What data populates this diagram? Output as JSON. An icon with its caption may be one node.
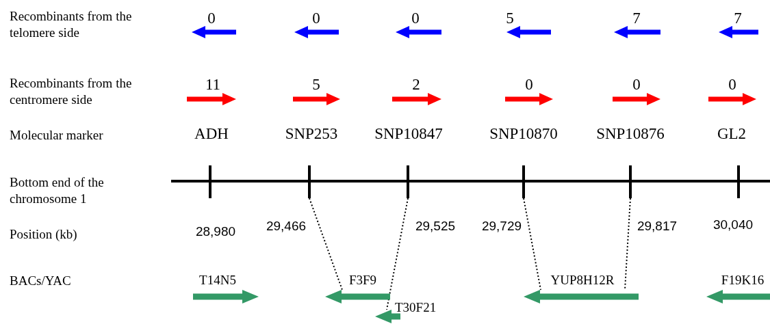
{
  "diagram": {
    "nodes": [
      {
        "text": [],
        "shape": "bar"
      },
      {
        "text": [],
        "shape": "bar"
      },
      {
        "text": [],
        "shape": "bar"
      },
      {
        "text": [],
        "shape": "bar"
      },
      {
        "text": [],
        "shape": "arrow",
        "beside": [
          "T14N5"
        ]
      },
      {
        "text": [],
        "shape": "arrow",
        "beside": [
          "F3F9"
        ]
      },
      {
        "text": [],
        "shape": "arrow",
        "beside": [
          "YUP8H12R"
        ]
      },
      {
        "text": [],
        "shape": "arrow",
        "beside": [
          "F19K16"
        ]
      },
      {
        "text": [],
        "shape": "arrow",
        "beside": [
          "T30F21"
        ]
      }
    ],
    "edges": [
      {
        "from": 0,
        "to": 5,
        "arrow": "none",
        "style": "dashed"
      },
      {
        "from": 1,
        "to": 8,
        "arrow": "none",
        "style": "dashed"
      },
      {
        "from": 2,
        "to": 6,
        "arrow": "none",
        "style": "dashed"
      },
      {
        "from": 3,
        "to": 6,
        "arrow": "none",
        "style": "dashed"
      }
    ],
    "labels": [
      "Recombinants from the telomere side",
      "0",
      "0",
      "0",
      "5",
      "7",
      "7",
      "Recombinants from the centromere side",
      "11",
      "5",
      "2",
      "0",
      "0",
      "0",
      "Molecular marker",
      "ADH",
      "SNP253",
      "SNP10847",
      "SNP10870",
      "SNP10876",
      "GL2",
      "Bottom end of the chromosome 1",
      "Position (kb)",
      "28,980",
      "29,466",
      "29,525",
      "29,729",
      "29,817",
      "30,040",
      "BACs/YAC"
    ]
  }
}
